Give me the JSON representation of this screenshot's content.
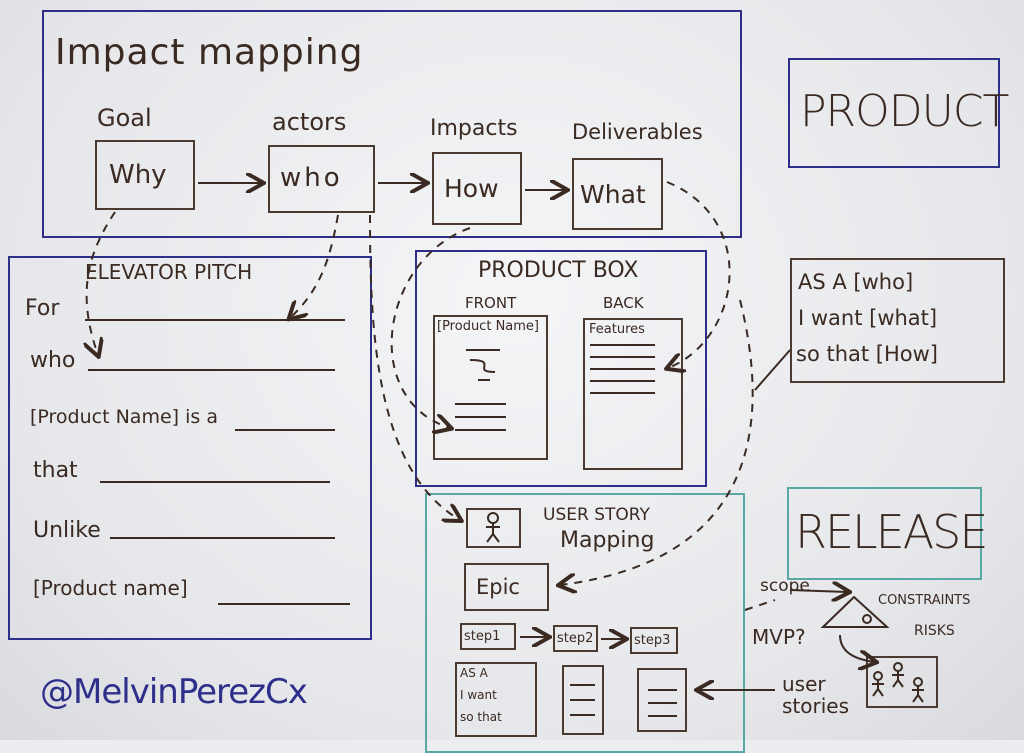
{
  "impact_mapping": {
    "title": "Impact mapping",
    "steps": [
      {
        "label": "Goal",
        "box": "Why"
      },
      {
        "label": "actors",
        "box": "who"
      },
      {
        "label": "Impacts",
        "box": "How"
      },
      {
        "label": "Deliverables",
        "box": "What"
      }
    ]
  },
  "product": {
    "title": "PRODUCT"
  },
  "elevator_pitch": {
    "title": "ELEVATOR PITCH",
    "lines": [
      "For",
      "who",
      "[Product Name] is a",
      "that",
      "Unlike",
      "[Product name]"
    ]
  },
  "product_box": {
    "title": "PRODUCT BOX",
    "front_label": "FRONT",
    "back_label": "BACK",
    "front_title": "[Product Name]",
    "back_title": "Features"
  },
  "user_story_template": {
    "lines": [
      "AS A [who]",
      "I want [what]",
      "so that [How]"
    ]
  },
  "user_story_mapping": {
    "title_line1": "USER STORY",
    "title_line2": "Mapping",
    "epic": "Epic",
    "steps": [
      "step1",
      "step2",
      "step3"
    ],
    "card_lines": [
      "AS A",
      "I want",
      "so that"
    ]
  },
  "release": {
    "title": "RELEASE",
    "scope": "scope",
    "mvp": "MVP?",
    "constraints": "CONSTRAINTS",
    "risks": "RISKS",
    "user_stories_line1": "user",
    "user_stories_line2": "stories"
  },
  "signature": "@MelvinPerezCx",
  "colors": {
    "blue_marker": "#2e2f8a",
    "teal_marker": "#5aa7a4",
    "brown_marker": "#3a2a22"
  }
}
